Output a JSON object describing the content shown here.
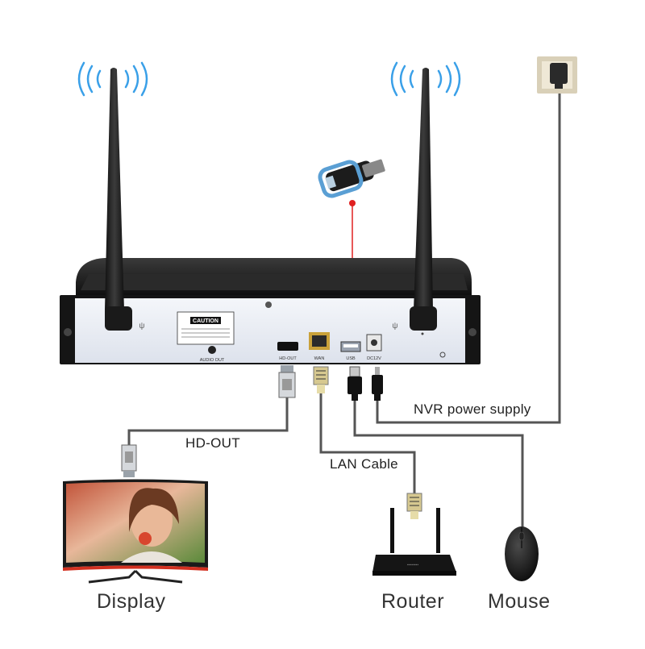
{
  "labels": {
    "hd_out": "HD-OUT",
    "lan_cable": "LAN Cable",
    "nvr_power": "NVR power supply",
    "display": "Display",
    "router": "Router",
    "mouse": "Mouse"
  },
  "panel": {
    "caution": "CAUTION",
    "audio_out": "AUDIO OUT",
    "hd_out_port": "HD-OUT",
    "wan_port": "WAN",
    "usb_port": "USB",
    "dc_port": "DC12V"
  },
  "colors": {
    "cable": "#555555",
    "usb_link": "#e02020",
    "nvr_body": "#1e1e1e",
    "nvr_panel": "#e8ecf4",
    "monitor_frame": "#d23020"
  }
}
